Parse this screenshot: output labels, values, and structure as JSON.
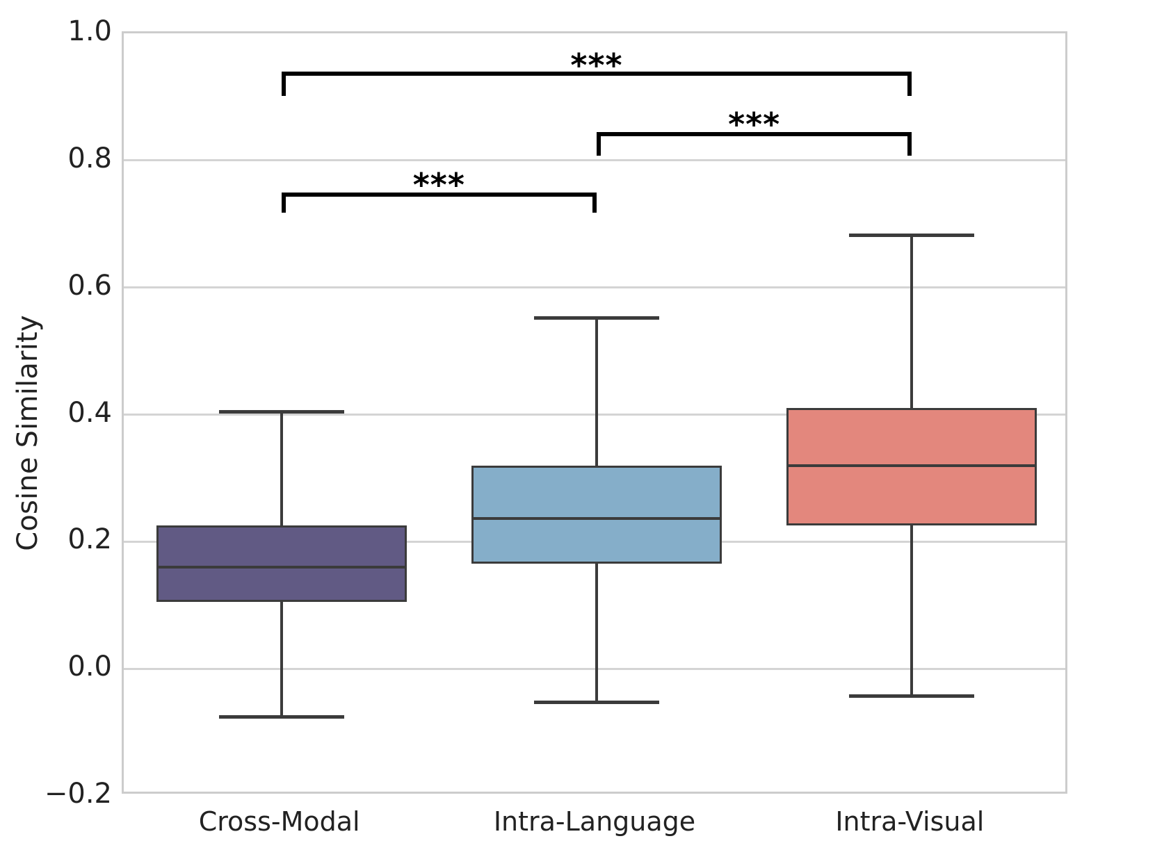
{
  "chart_data": {
    "type": "box",
    "title": "",
    "xlabel": "",
    "ylabel": "Cosine Similarity",
    "ylim": [
      -0.2,
      1.0
    ],
    "yticks": [
      "1.0",
      "0.8",
      "0.6",
      "0.4",
      "0.2",
      "0.0",
      "−0.2"
    ],
    "ytick_values": [
      1.0,
      0.8,
      0.6,
      0.4,
      0.2,
      0.0,
      -0.2
    ],
    "grid": true,
    "legend": "none",
    "categories": [
      "Cross-Modal",
      "Intra-Language",
      "Intra-Visual"
    ],
    "boxes": [
      {
        "label": "Cross-Modal",
        "color": "#615A84",
        "edge_color": "#3b3b3b",
        "whisker_low": -0.075,
        "q1": 0.105,
        "median": 0.16,
        "q3": 0.225,
        "whisker_high": 0.405
      },
      {
        "label": "Intra-Language",
        "color": "#85AEC9",
        "edge_color": "#3b3b3b",
        "whisker_low": -0.052,
        "q1": 0.165,
        "median": 0.237,
        "q3": 0.32,
        "whisker_high": 0.553
      },
      {
        "label": "Intra-Visual",
        "color": "#E3877D",
        "edge_color": "#3b3b3b",
        "whisker_low": -0.042,
        "q1": 0.225,
        "median": 0.32,
        "q3": 0.41,
        "whisker_high": 0.683
      }
    ],
    "annotations": [
      {
        "id": "sig-cross-modal-vs-intra-visual",
        "groups": [
          0,
          2
        ],
        "stars": "***",
        "bar_y": 0.94,
        "drop": 0.038,
        "label_y": 0.975
      },
      {
        "id": "sig-intra-language-vs-intra-visual",
        "groups": [
          1,
          2
        ],
        "stars": "***",
        "bar_y": 0.845,
        "drop": 0.038,
        "label_y": 0.882
      },
      {
        "id": "sig-cross-modal-vs-intra-language",
        "groups": [
          0,
          1
        ],
        "stars": "***",
        "bar_y": 0.75,
        "drop": 0.032,
        "label_y": 0.787
      }
    ]
  }
}
